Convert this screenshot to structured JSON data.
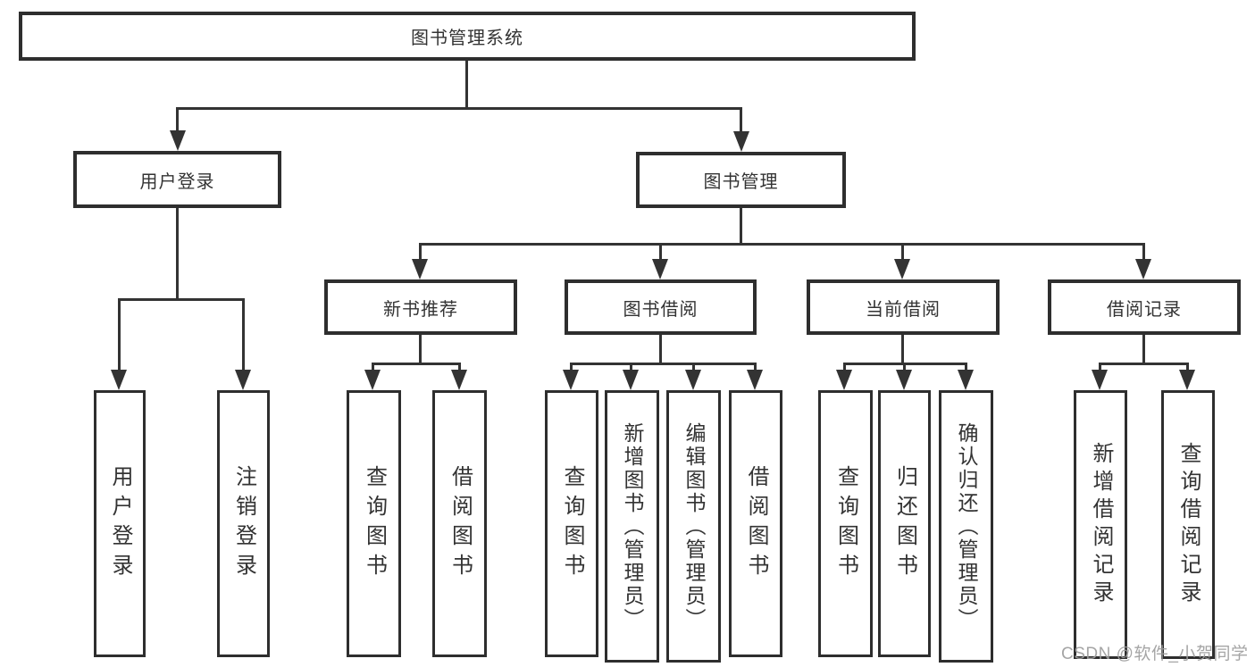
{
  "tree": {
    "root": "图书管理系统",
    "branches": [
      {
        "label": "用户登录",
        "children": [
          "用户登录",
          "注销登录"
        ]
      },
      {
        "label": "图书管理",
        "sections": [
          {
            "label": "新书推荐",
            "children": [
              "查询图书",
              "借阅图书"
            ]
          },
          {
            "label": "图书借阅",
            "children": [
              "查询图书",
              "新增图书（管理员）",
              "编辑图书（管理员）",
              "借阅图书"
            ]
          },
          {
            "label": "当前借阅",
            "children": [
              "查询图书",
              "归还图书",
              "确认归还（管理员）"
            ]
          },
          {
            "label": "借阅记录",
            "children": [
              "新增借阅记录",
              "查询借阅记录"
            ]
          }
        ]
      }
    ]
  },
  "watermark": {
    "text": "CSDN @软件_小贺同学",
    "color": "#9e9e9e"
  },
  "colors": {
    "line": "#333333",
    "border": "#2e2e2e",
    "text": "#333333",
    "background": "#ffffff"
  }
}
